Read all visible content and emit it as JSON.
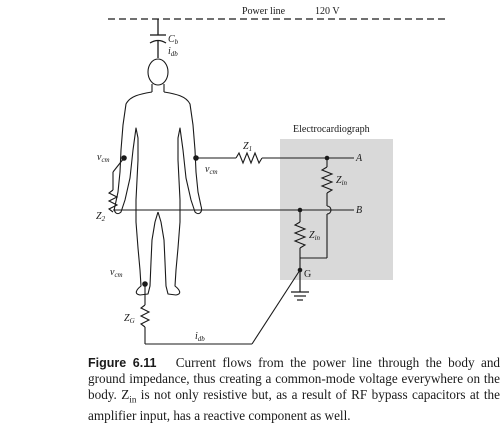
{
  "labels": {
    "power_line": "Power line",
    "voltage": "120 V",
    "cb": "C",
    "cb_sub": "b",
    "idb": "i",
    "idb_sub": "db",
    "idb_bottom": "i",
    "idb_bottom_sub": "db",
    "vcm_left": "v",
    "vcm_left_sub": "cm",
    "vcm_torso": "v",
    "vcm_torso_sub": "cm",
    "vcm_leg": "v",
    "vcm_leg_sub": "cm",
    "z1": "Z",
    "z1_sub": "1",
    "z2": "Z",
    "z2_sub": "2",
    "zg": "Z",
    "zg_sub": "G",
    "zin_a": "Z",
    "zin_a_sub": "in",
    "zin_b": "Z",
    "zin_b_sub": "in",
    "ecg_title": "Electrocardiograph",
    "terminal_a": "A",
    "terminal_b": "B",
    "terminal_g": "G"
  },
  "caption": {
    "figure_label": "Figure 6.11",
    "text_1": "Current flows from the power line through the body and ground impedance, thus creating a common-mode voltage everywhere on the body. ",
    "zin": "Z",
    "zin_sub": "in",
    "text_2": " is not only resistive but, as a result of RF bypass capacitors at the amplifier input, has a reactive component as well."
  },
  "colors": {
    "ink": "#1a1a1a",
    "ecg_box": "#d9d9d9"
  }
}
